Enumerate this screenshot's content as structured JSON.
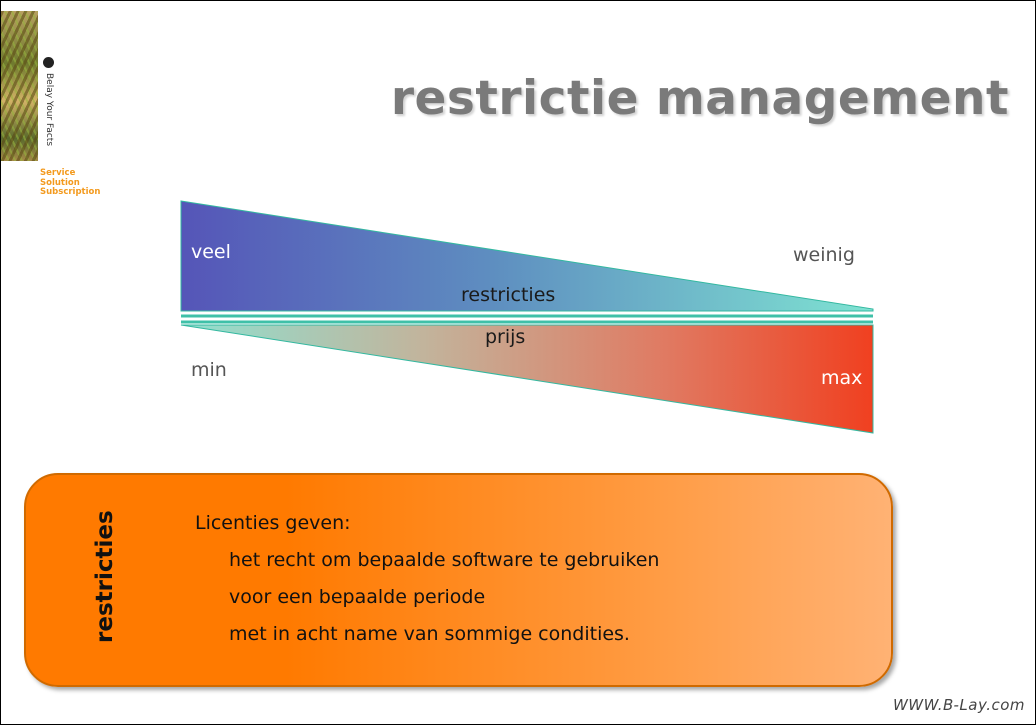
{
  "brand": {
    "name": "Belay Your Facts",
    "tags": [
      "Service",
      "Solution",
      "Subscription"
    ]
  },
  "title": "restrictie management",
  "wedges": {
    "top": {
      "left_label": "veel",
      "right_label": "weinig",
      "caption": "restricties",
      "start_color": "#5555b8",
      "end_color": "#7fe3d2"
    },
    "bottom": {
      "left_label": "min",
      "right_label": "max",
      "caption": "prijs",
      "start_color": "#8fe0d0",
      "end_color": "#f04020"
    }
  },
  "info": {
    "heading": "restricties",
    "lines": [
      "Licenties geven:",
      "het recht om bepaalde software te gebruiken",
      "voor een bepaalde periode",
      "met in acht name van sommige condities."
    ]
  },
  "footer": {
    "url": "WWW.B-Lay.com"
  }
}
